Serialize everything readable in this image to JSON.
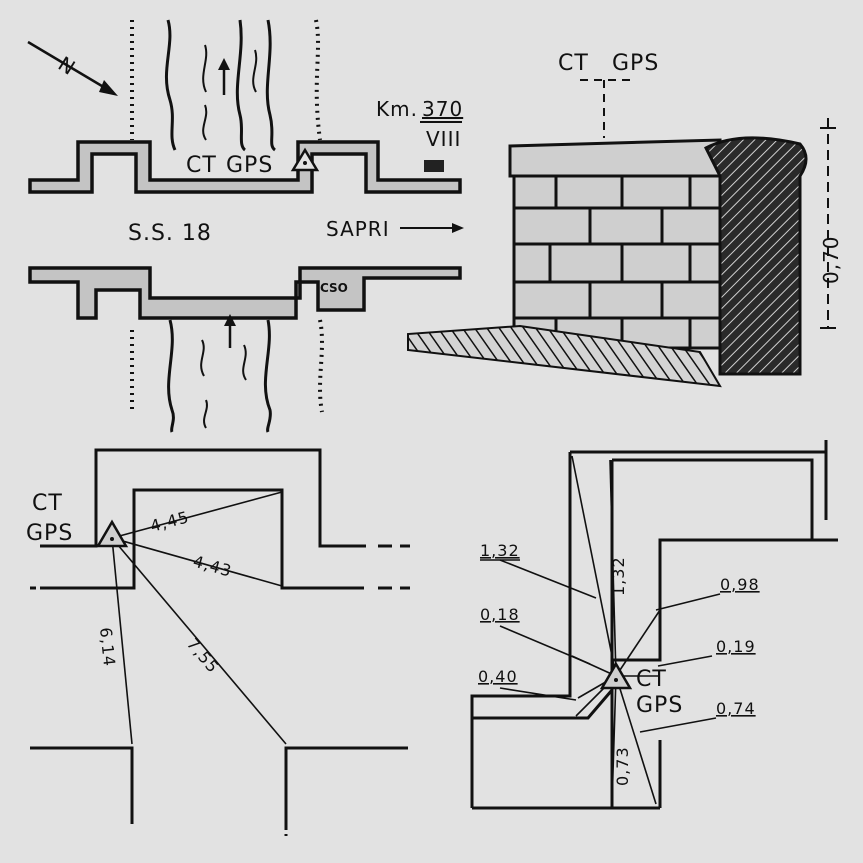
{
  "colors": {
    "paper": "#e2e2e2",
    "ink": "#111111",
    "road_fill": "#c4c4c4",
    "brick_fill": "#cfcfcf"
  },
  "plan": {
    "north_label": "N",
    "point_label_ct": "CT",
    "point_label_gps": "GPS",
    "road_label": "S.S. 18",
    "direction_label": "SAPRI",
    "km_label": "Km.",
    "km_value": "370",
    "km_sub": "VIII",
    "cso_label": "CSO"
  },
  "elevation": {
    "title_ct": "CT",
    "title_gps": "GPS",
    "height_label": "0,70"
  },
  "detail_left": {
    "label_ct": "CT",
    "label_gps": "GPS",
    "measures": [
      "4,45",
      "4,43",
      "6,14",
      "7,55"
    ]
  },
  "detail_right": {
    "label_ct": "CT",
    "label_gps": "GPS",
    "measures": {
      "a": "1,32",
      "b": "1,32",
      "c": "0,98",
      "d": "0,18",
      "e": "0,19",
      "f": "0,40",
      "g": "0,74",
      "h": "0,73"
    }
  }
}
